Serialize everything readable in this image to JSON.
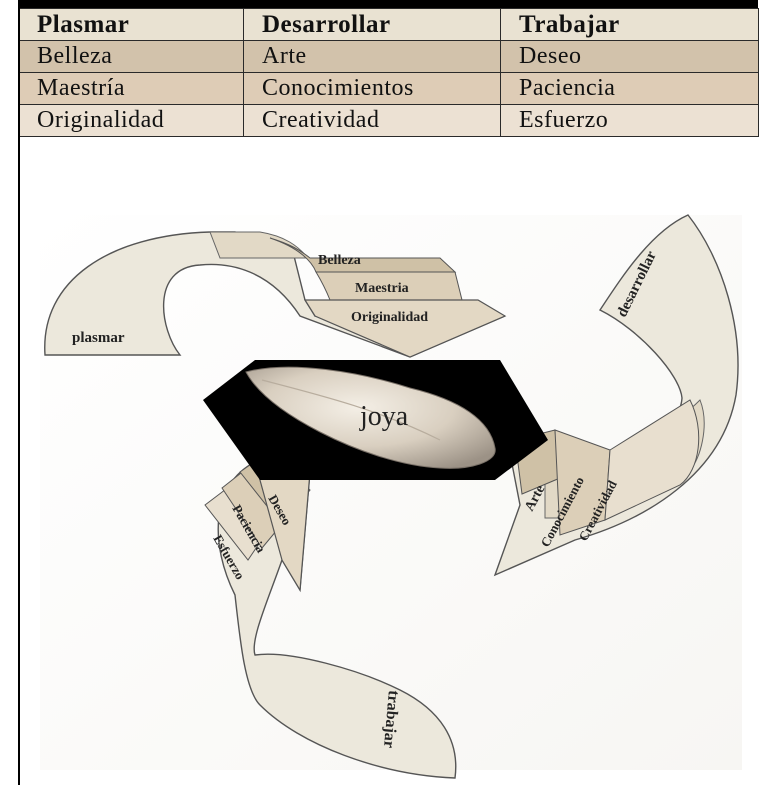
{
  "table": {
    "headers": [
      "Plasmar",
      "Desarrollar",
      "Trabajar"
    ],
    "rows": [
      [
        "Belleza",
        "Arte",
        "Deseo"
      ],
      [
        "Maestría",
        "Conocimientos",
        "Paciencia"
      ],
      [
        "Originalidad",
        "Creatividad",
        "Esfuerzo"
      ]
    ]
  },
  "diagram": {
    "center_label": "joya",
    "arrows": {
      "plasmar": {
        "label": "plasmar",
        "items": [
          "Belleza",
          "Maestria",
          "Originalidad"
        ]
      },
      "desarrollar": {
        "label": "desarrollar",
        "items": [
          "Arte",
          "Conocimiento",
          "Creatividad"
        ]
      },
      "trabajar": {
        "label": "trabajar",
        "items": [
          "Deseo",
          "Paciencia",
          "Esfuerzo"
        ]
      }
    }
  },
  "colors": {
    "arrow_fill": "#ede9dd",
    "band_1": "#cfc1a6",
    "band_2": "#dccfb8",
    "band_3": "#e8dfcf",
    "hexagon": "#000000",
    "gem": "#e6ddd0"
  }
}
